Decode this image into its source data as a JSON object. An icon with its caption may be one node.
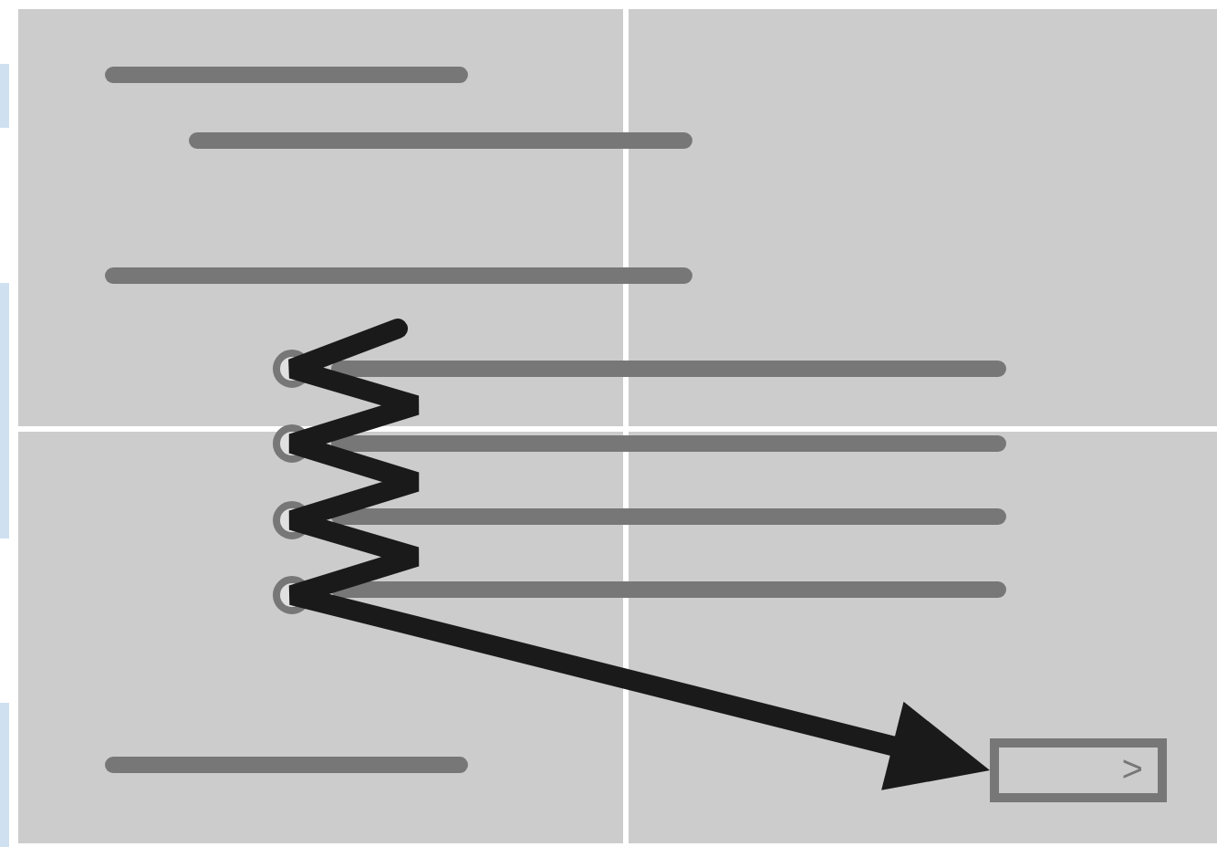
{
  "diagram": {
    "nodes": [
      {
        "text": [],
        "shape": "circle"
      },
      {
        "text": [],
        "shape": "circle"
      },
      {
        "text": [],
        "shape": "circle"
      },
      {
        "text": [],
        "shape": "circle"
      },
      {
        "text": [
          ">"
        ]
      }
    ],
    "edges": [
      {
        "from": null,
        "to": 4,
        "arrow": "to"
      }
    ]
  }
}
